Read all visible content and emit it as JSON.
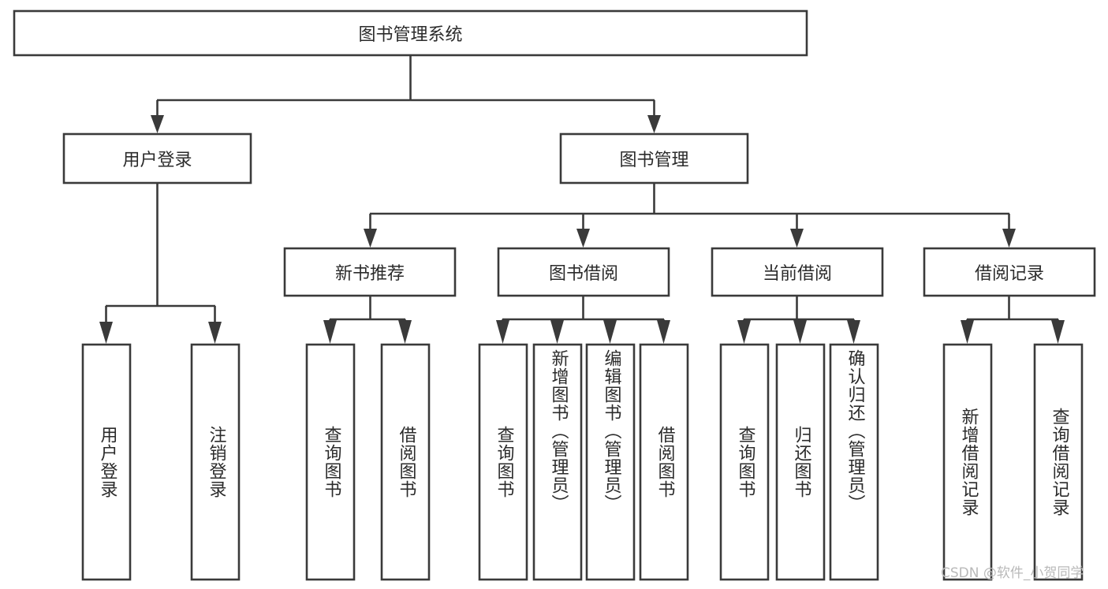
{
  "diagram": {
    "type": "tree-hierarchy-flowchart",
    "title": "图书管理系统",
    "orientation": "top-down",
    "levels": 4,
    "root": {
      "id": "root",
      "label": "图书管理系统",
      "text_orientation": "horizontal"
    },
    "level2": [
      {
        "id": "user-login",
        "label": "用户登录",
        "text_orientation": "horizontal"
      },
      {
        "id": "book-manage",
        "label": "图书管理",
        "text_orientation": "horizontal"
      }
    ],
    "level3": [
      {
        "id": "new-book-recommend",
        "label": "新书推荐",
        "parent": "book-manage",
        "text_orientation": "horizontal"
      },
      {
        "id": "book-borrow",
        "label": "图书借阅",
        "parent": "book-manage",
        "text_orientation": "horizontal"
      },
      {
        "id": "current-borrow",
        "label": "当前借阅",
        "parent": "book-manage",
        "text_orientation": "horizontal"
      },
      {
        "id": "borrow-record",
        "label": "借阅记录",
        "parent": "book-manage",
        "text_orientation": "horizontal"
      }
    ],
    "leaves": [
      {
        "id": "leaf-user-login",
        "label": "用户登录",
        "parent": "user-login",
        "text_orientation": "vertical"
      },
      {
        "id": "leaf-user-logout",
        "label": "注销登录",
        "parent": "user-login",
        "text_orientation": "vertical"
      },
      {
        "id": "leaf-query-book-1",
        "label": "查询图书",
        "parent": "new-book-recommend",
        "text_orientation": "vertical"
      },
      {
        "id": "leaf-borrow-book-1",
        "label": "借阅图书",
        "parent": "new-book-recommend",
        "text_orientation": "vertical"
      },
      {
        "id": "leaf-query-book-2",
        "label": "查询图书",
        "parent": "book-borrow",
        "text_orientation": "vertical"
      },
      {
        "id": "leaf-add-book",
        "label": "新增图书（管理员）",
        "parent": "book-borrow",
        "text_orientation": "vertical"
      },
      {
        "id": "leaf-edit-book",
        "label": "编辑图书（管理员）",
        "parent": "book-borrow",
        "text_orientation": "vertical"
      },
      {
        "id": "leaf-borrow-book-2",
        "label": "借阅图书",
        "parent": "book-borrow",
        "text_orientation": "vertical"
      },
      {
        "id": "leaf-query-book-3",
        "label": "查询图书",
        "parent": "current-borrow",
        "text_orientation": "vertical"
      },
      {
        "id": "leaf-return-book",
        "label": "归还图书",
        "parent": "current-borrow",
        "text_orientation": "vertical"
      },
      {
        "id": "leaf-confirm-return",
        "label": "确认归还（管理员）",
        "parent": "current-borrow",
        "text_orientation": "vertical"
      },
      {
        "id": "leaf-add-record",
        "label": "新增借阅记录",
        "parent": "borrow-record",
        "text_orientation": "vertical"
      },
      {
        "id": "leaf-query-record",
        "label": "查询借阅记录",
        "parent": "borrow-record",
        "text_orientation": "vertical"
      }
    ],
    "colors": {
      "stroke": "#3a3a3a",
      "fill": "#ffffff",
      "text": "#2b2b2b",
      "background": "#ffffff",
      "watermark": "#b9b9b9"
    }
  },
  "watermark": {
    "text": "CSDN @软件_小贺同学"
  }
}
